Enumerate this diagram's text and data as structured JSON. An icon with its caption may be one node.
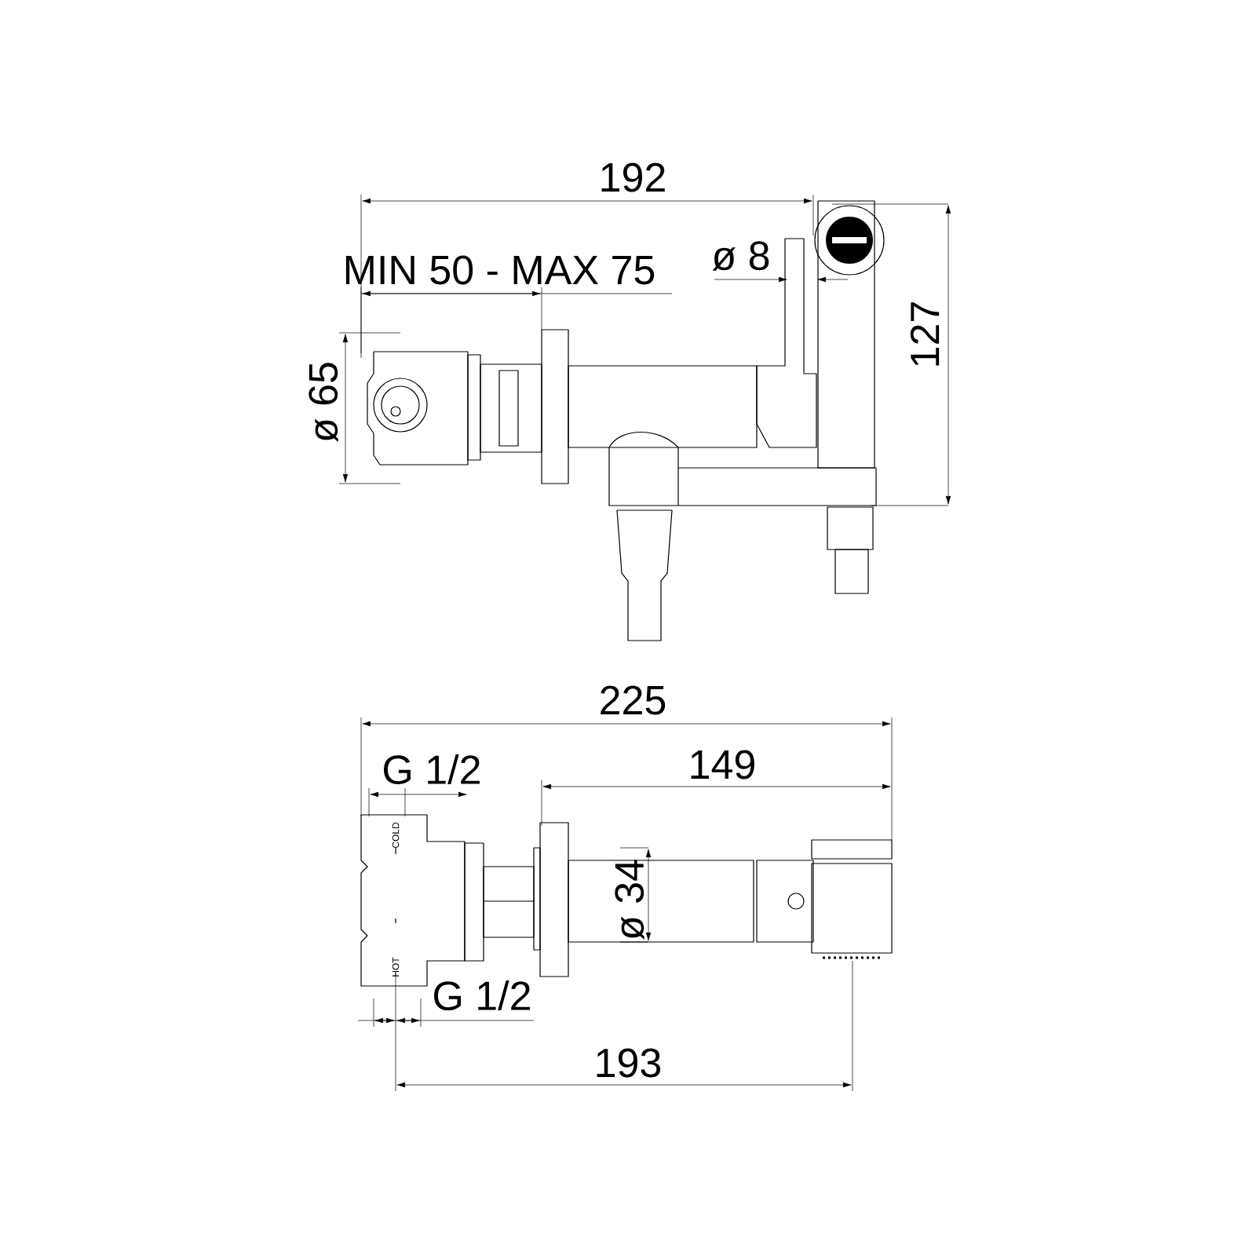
{
  "diagram": {
    "labels": [
      "192",
      "MIN 50 - MAX 75",
      "ø 8",
      "127",
      "ø 65",
      "225",
      "G 1/2",
      "149",
      "COLD",
      "ø 34",
      "HOT",
      "G 1/2",
      "193"
    ]
  }
}
